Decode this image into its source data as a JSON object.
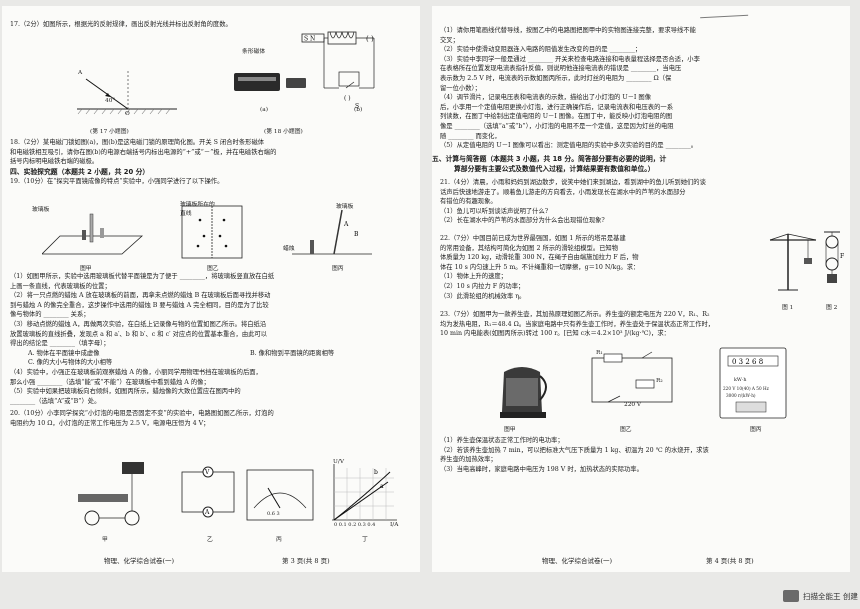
{
  "left_page": {
    "q17": "17.（2分）如图所示，根据光的反射规律，画出反射光线并标出反射角的度数。",
    "q17_fig_angle": "40°",
    "q17_fig_a": "A",
    "q17_fig_o": "O",
    "q18_fig_label_strip": "条形磁体",
    "q18_fig_a": "(a)",
    "q18_fig_b": "(b)",
    "cap17": "(第 17 小题图)",
    "cap18": "(第 18 小题图)",
    "q18_l1": "18.（2分）某电磁门锁如图(a)，图(b)是这电磁门锁的原理简化图。开关 S 闭合时条形磁体",
    "q18_l2": "和电磁铁相互吸引，请你在图(b)的电源右端括号内标出电源的“+”或“－”极，并在电磁铁右端的",
    "q18_l3": "括号内标明电磁铁右端的磁极。",
    "sec4": "四、实验探究题（本题共 2 小题，共 20 分）",
    "q19_l1": "19.（10分）在“探究平面镜成像的特点”实验中，小强同学进行了以下操作。",
    "fig19_labels": [
      "玻璃板",
      "玻璃板所在的直线",
      "玻璃板",
      "蜡烛"
    ],
    "fig19_caps": [
      "图甲",
      "图乙",
      "图丙"
    ],
    "q19_l2": "（1）如图甲所示，实验中选用玻璃板代替平面镜是为了便于 ________，将玻璃板竖直放在白纸",
    "q19_l3": "上画一条直线，代表玻璃板的位置；",
    "q19_l4": "（2）将一只点燃的蜡烛 A 放在玻璃板的前面，再拿未点燃的蜡烛 B 在玻璃板后面寻找并移动",
    "q19_l5": "到与蜡烛 A 的像完全重合，这步操作中选用的蜡烛 B 要与蜡烛 A 完全相同，目的是为了比较",
    "q19_l6": "像与物体的 ________ 关系；",
    "q19_l7": "（3）移动点燃的蜡烛 A，再做两次实验，在白纸上记录像与物的位置如图乙所示。将白纸沿",
    "q19_l8": "放置玻璃板的直线折叠，发现点 a 和 a′、b 和 b′、c 和 c′ 对应点的位置基本重合，由此可以",
    "q19_l9": "得出的结论是 ________（填字母）；",
    "q19_optA": "A. 物体在平面镜中成虚像",
    "q19_optB": "B. 像和物到平面镜的距离相等",
    "q19_optC": "C. 像的大小与物体的大小相等",
    "q19_l10": "（4）实验中，小强正在玻璃板前观察蜡烛 A 的像，小丽同学用物理书挡在玻璃板的后面，",
    "q19_l11": "那么小强 ________（选填“能”或“不能”）在玻璃板中看到蜡烛 A 的像；",
    "q19_l12": "（5）实验中如果把玻璃板向右倾斜，如图丙所示，蜡烛像的大致位置应在图丙中的",
    "q19_l13": "________（选填“A”或“B”）处。",
    "q20_l1": "20.（10分）小李同学探究“小灯泡的电阻是否固定不变”的实验中，电路图如图乙所示，灯泡的",
    "q20_l2": "电阻约为 10 Ω，小灯泡的正常工作电压为 2.5 V，电源电压恒为 4 V；",
    "fig20_caps": [
      "甲",
      "乙",
      "丙",
      "丁"
    ],
    "fig20_axis_u": "U/V",
    "fig20_axis_i": "I/A",
    "fig20_ticks": "0 0.1 0.2 0.3 0.4",
    "fig20_meter": "0.6  3",
    "footer_subject": "物理、化学综合试卷(一)",
    "footer_page": "第 3 页(共 8 页)"
  },
  "right_page": {
    "r_l1": "（1）请你用笔画线代替导线，按图乙中的电路图把图甲中的实物图连接完整，要求导线不能",
    "r_l2": "交叉；",
    "r_l3": "（2）实验中使滑动变阻器连入电路的阻值发生改变的目的是 ________；",
    "r_l4": "（3）实验中李同学一般是通过 ________ 开关来检查电路连接和电表量程选择是否合适，小李",
    "r_l5": "在表格所在位置发现电流表指针反偏，则说明他连接电流表的错误是 ________，当电压",
    "r_l6": "表示数为 2.5 V 时，电流表的示数如图丙所示，此时灯丝的电阻为 ________ Ω（保",
    "r_l7": "留一位小数）；",
    "r_l8": "（4）调节滑片，记录电压表和电流表的示数，描绘出了小灯泡的 U－I 图像",
    "r_l9": "后，小李用一个定值电阻更换小灯泡，进行正确操作后，记录电流表和电压表的一系",
    "r_l10": "列读数，在图丁中绘制出定值电阻的 U－I 图像。在图丁中，能反映小灯泡电阻的图",
    "r_l11": "像是 ________（选填“a”或“b”），小灯泡的电阻不是一个定值，这是因为灯丝的电阻",
    "r_l12": "随 ________ 而变化，",
    "r_l13": "（5）从定值电阻的 U－I 图像可以看出：测定值电阻的实验中多次实验的目的是 ________。",
    "sec5_l1": "五、计算与简答题（本题共 3 小题，共 18 分。简答部分要有必要的说明，计",
    "sec5_l2": "算部分要有主要公式及数值代入过程，计算结果要有数值和单位。）",
    "q21_l1": "21.（4分）清晨，小雨和妈妈到湖边散步，说笑中她们来到湖边，看到湖中的鱼儿听到她们的谈",
    "q21_l2": "话声后快速地游走了。顺着鱼儿游走的方向看去，小雨发现长在湖水中的芦苇的水面部分",
    "q21_l3": "有错位的有趣现象。",
    "q21_l4": "（1）鱼儿可以听到谈话声说明了什么?",
    "q21_l5": "（2）长在湖水中的芦苇的水面部分为什么会出现错位现象?",
    "q22_l1": "22.（7分）中国目前已成为世界最强国，如图 1 所示的塔吊是基建",
    "q22_l2": "的常用设备，其结构可简化为如图 2 所示的滑轮组模型。已知物",
    "q22_l3": "体质量为 120 kg，动滑轮重 300 N，在绳子自由端施加拉力 F 后，物",
    "q22_l4": "体在 10 s 内匀速上升 5 m。不计绳重和一切摩擦，g＝10 N/kg。求：",
    "q22_l5": "（1）物体上升的速度；",
    "q22_l6": "（2）10 s 内拉力 F 的功率；",
    "q22_l7": "（3）此滑轮组的机械效率 η。",
    "fig22_caps": [
      "图 1",
      "图 2"
    ],
    "q23_l1": "23.（7分）如图甲为一款养生壶，其加热原理如图乙所示。养生壶的额定电压为 220 V，R₁、R₂",
    "q23_l2": "均为发热电阻，R₁＝48.4 Ω。当家庭电路中只有养生壶工作时，养生壶处于保温状态正常工作时，",
    "q23_l3": "10 min 内电能表(如图丙所示)转过 100 r。[已知 c水＝4.2×10³ J/(kg·℃)，求：",
    "fig23_caps": [
      "图甲",
      "图乙",
      "图丙"
    ],
    "fig23_v": "220 V",
    "fig23_r1": "R₁",
    "fig23_r2": "R₂",
    "fig23_meter_l1": "kW·h",
    "fig23_meter_l2": "220 V  10(40) A  50 Hz",
    "fig23_meter_l3": "3000 r/(kW·h)",
    "q23_l4": "（1）养生壶保温状态正常工作时的电功率；",
    "q23_l5": "（2）若该养生壶加热 7 min，可以把标准大气压下质量为 1 kg、初温为 20 ℃ 的水烧开，求该",
    "q23_l6": "养生壶的加热效率；",
    "q23_l7": "（3）当电高峰时，家庭电路中电压为 198 V 时，加热状态的实际功率。",
    "footer_subject": "物理、化学综合试卷(一)",
    "footer_page": "第 4 页(共 8 页)"
  },
  "watermark": "扫描全能王 创建"
}
